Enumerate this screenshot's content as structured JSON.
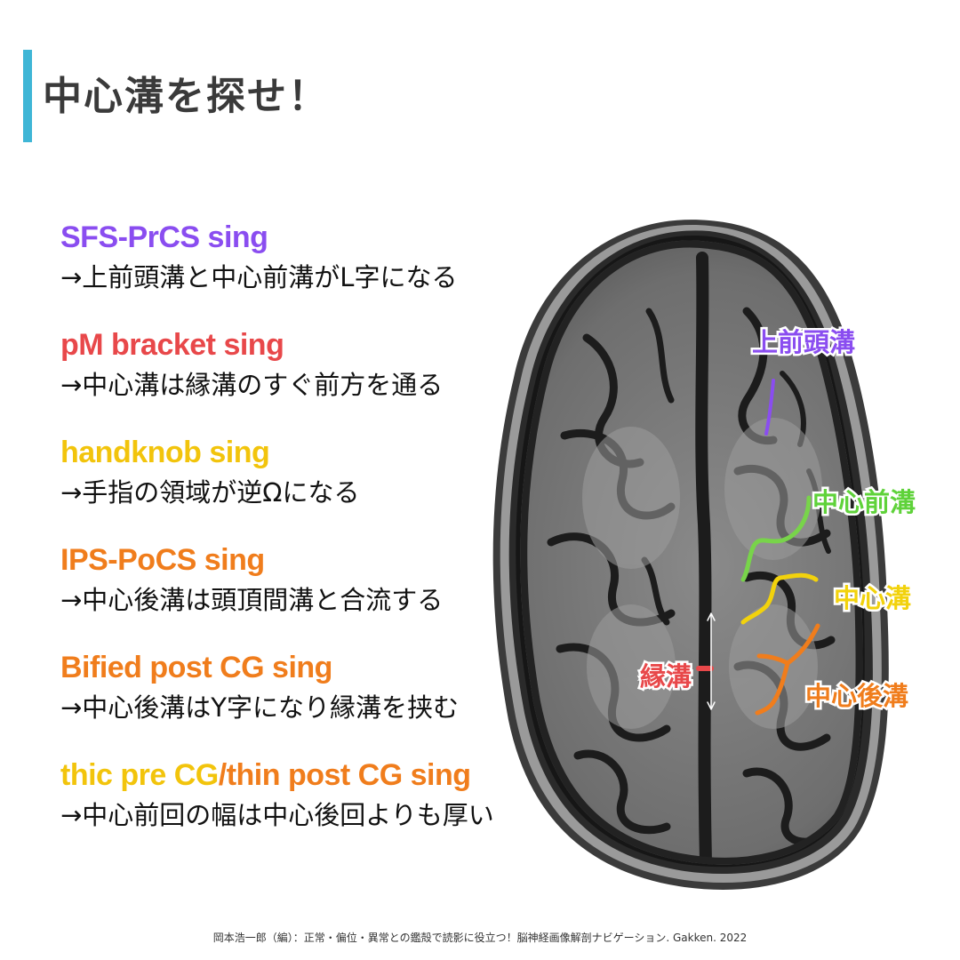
{
  "slide": {
    "title": "中心溝を探せ！",
    "citation": "岡本浩一郎（編）：正常・偏位・異常との鑑殻で読影に役立つ！脳神経画像解剖ナビゲーション. Gakken. 2022"
  },
  "signs": [
    {
      "name": "SFS-PrCS sing",
      "desc": "→上前頭溝と中心前溝がL字になる",
      "color": "#8a4df0"
    },
    {
      "name": "pM bracket sing",
      "desc": "→中心溝は縁溝のすぐ前方を通る",
      "color": "#e8484a"
    },
    {
      "name": "handknob sing",
      "desc": "→手指の領域が逆Ωになる",
      "color": "#f2c40c"
    },
    {
      "name": "IPS-PoCS sing",
      "desc": "→中心後溝は頭頂間溝と合流する",
      "color": "#f07d1c"
    },
    {
      "name": "Bified post CG sing",
      "desc": "→中心後溝はY字になり縁溝を挟む",
      "color": "#f07d1c"
    },
    {
      "name_part1": "thic pre CG",
      "separator": "/",
      "name_part2": "thin post CG sing",
      "desc": "→中心前回の幅は中心後回よりも厚い",
      "color1": "#f2c40c",
      "color2": "#f07d1c"
    }
  ],
  "labels": {
    "superior_frontal_sulcus": {
      "text": "上前頭溝",
      "color": "#8a4df0"
    },
    "precentral_sulcus": {
      "text": "中心前溝",
      "color": "#5fd23a"
    },
    "central_sulcus": {
      "text": "中心溝",
      "color": "#f2d20c"
    },
    "postcentral_sulcus": {
      "text": "中心後溝",
      "color": "#f07d1c"
    },
    "marginal_sulcus": {
      "text": "縁溝",
      "color": "#e8484a"
    }
  },
  "colors": {
    "accent_bar": "#3fb6d6",
    "title": "#3a3a3a"
  }
}
